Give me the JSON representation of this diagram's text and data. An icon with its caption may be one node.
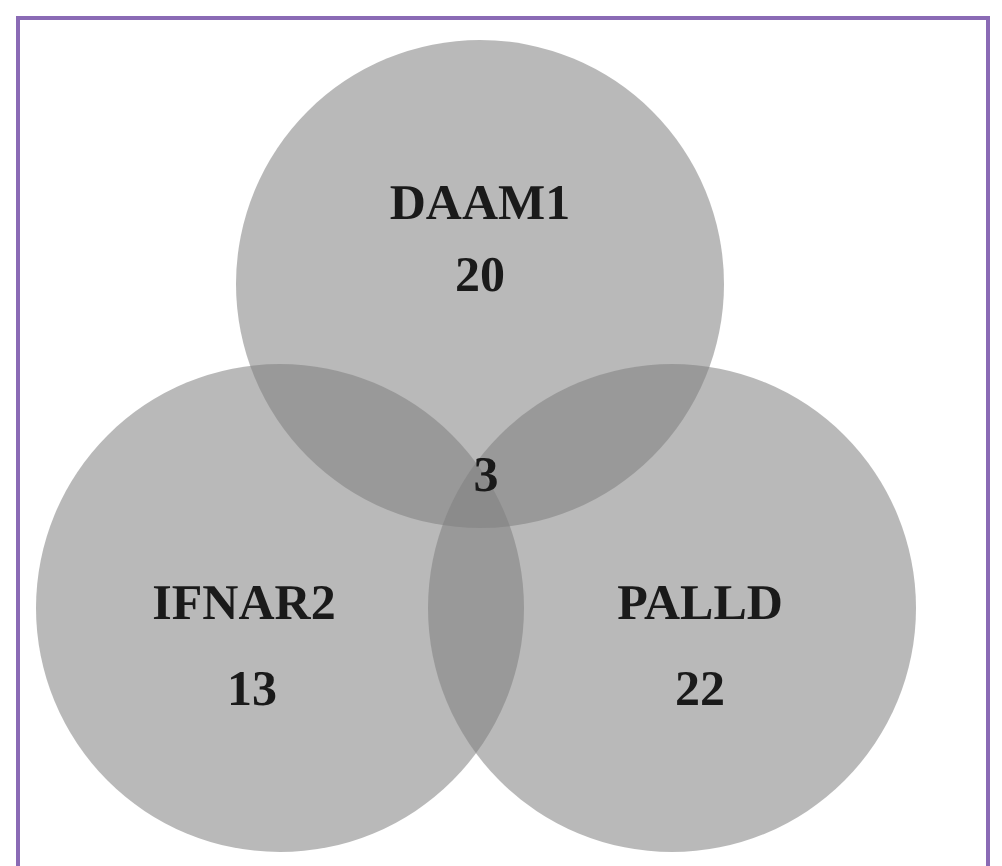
{
  "diagram": {
    "nodes": [
      {
        "text": [
          "DAAM1",
          "20"
        ]
      },
      {
        "text": [
          "IFNAR2",
          "13"
        ]
      },
      {
        "text": [
          "PALLD",
          "22"
        ]
      }
    ],
    "edges": [],
    "labels": [
      "3"
    ]
  }
}
